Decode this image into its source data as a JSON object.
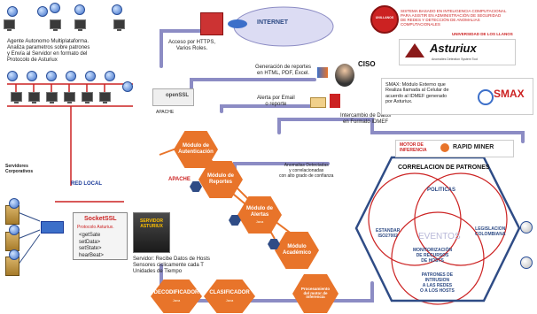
{
  "top_left_text": {
    "agent": "Agente Autonomo Multiplataforma.\nAnaliza parametros sobre patrones\ny Envía al Servidor en formato del\nProtocolo de Asturiux",
    "servers_label": "Servidores\nCorporativos",
    "red_local": "RED LOCAL"
  },
  "socket": {
    "title": "SocketSSL",
    "protocol": "Protocolo Asturiux.",
    "methods": [
      "<getSate",
      "setData>",
      "setState>",
      "hearBeat>"
    ]
  },
  "server": {
    "label": "SERVIDOR\nASTURIUX",
    "description": "Servidor: Recibe Datos de Hosts\nSensores ciclicamente cada T\nUnidades de Tiempo"
  },
  "internet": {
    "label": "INTERNET"
  },
  "access": {
    "text": "Acceso por HTTPS,\nVarios Roles."
  },
  "openssl": {
    "label": "openSSL"
  },
  "reports": {
    "text": "Generación de reportes\nen HTML, PDF, Excel."
  },
  "alert": {
    "text": "Alerta por Email\no reporte"
  },
  "ciso": {
    "label": "CISO"
  },
  "idmef": {
    "text": "Intercambio de Datos\nen Formato IDMEF"
  },
  "anomalias": {
    "text": "Anomalias Detectadas\ny correlacionadas\ncon alto grado de confianza"
  },
  "modules": {
    "autenticacion": "Módulo de\nAutenticación",
    "reportes": "Módulo de\nReportes",
    "alertas": "Módulo de\nAlertas",
    "academico": "Módulo\nAcadémico",
    "decodificador": "DECODIFICADOR",
    "clasificador": "CLASIFICADOR",
    "procesamiento": "Procesamiento\ndel motor de\ninferencia",
    "java": "Java"
  },
  "apache": {
    "label": "APACHE"
  },
  "university": {
    "text": "SISTEMA BASADO EN INTELIGENCIA COMPUTACIONAL\nPARA ASISTIR EN ADMINISTRACIÓN DE SEGURIDAD\nDE REDES Y DETECCIÓN DE ANOMALIAS\nCOMPUTACIONALES",
    "name": "UNIVERSIDAD DE LOS LLANOS",
    "logo": "UNILLANOS"
  },
  "asturiux": {
    "name": "Asturiux",
    "tagline": "Anomalies Detection System Tool"
  },
  "smax": {
    "text": "SMAX: Módulo Externo que\nRealiza llamada al Celular de\nacuerdo al IDMEF generado\npor Asturiux.",
    "logo": "SMAX"
  },
  "motor": {
    "label": "MOTOR DE\nINFERENCIA",
    "rapidminer": "RAPID MINER"
  },
  "correlacion": {
    "title": "CORRELACION DE PATRONES",
    "politicas": "POLITICAS",
    "estandar": "ESTANDAR\nISO27002",
    "legislacion": "LEGISLACION\nCOLOMBIANA",
    "eventos": "EVENTOS",
    "monitorizacion": "MONITORIZACIÓN\nDE RECURSOS\nDE HOSTS",
    "patrones": "PATRONES DE\nINTRUSION\nA LAS REDES\nO A LOS HOSTS"
  },
  "colors": {
    "orange": "#e8742a",
    "navy": "#2f4c86",
    "purple": "#8484b8",
    "red": "#cc2222"
  }
}
